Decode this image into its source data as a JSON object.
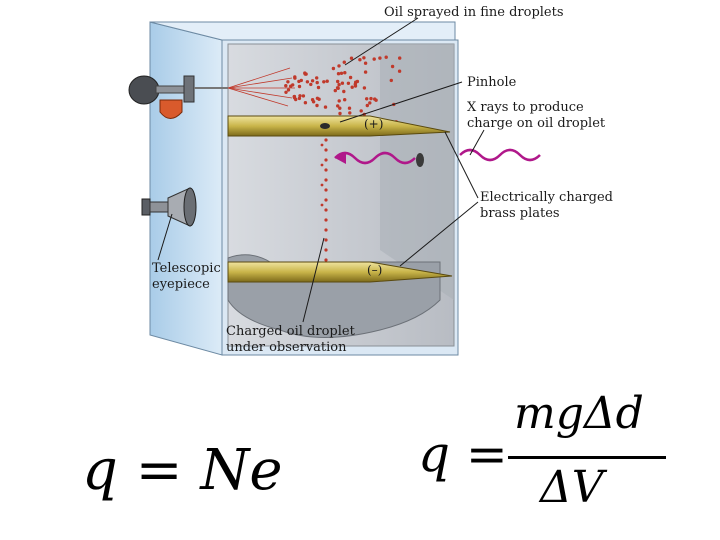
{
  "labels": {
    "oil_sprayed": "Oil sprayed in fine droplets",
    "pinhole": "Pinhole",
    "xrays_line1": "X rays to produce",
    "xrays_line2": "charge on oil droplet",
    "plates_line1": "Electrically charged",
    "plates_line2": "brass plates",
    "eyepiece_line1": "Telescopic",
    "eyepiece_line2": "eyepiece",
    "droplet_line1": "Charged oil droplet",
    "droplet_line2": "under observation",
    "plus_sign": "(+)",
    "minus_sign": "(–)"
  },
  "equations": {
    "eq1": "q = Ne",
    "eq2_lhs": "q =",
    "eq2_numerator": "mgΔd",
    "eq2_denominator": "ΔV"
  },
  "colors": {
    "chamber_blue": "#cfe3f3",
    "inner_gray": "#c9ccd1",
    "brass": "#c9b54a",
    "droplet_red": "#c0392b",
    "xray_magenta": "#b0188a"
  }
}
